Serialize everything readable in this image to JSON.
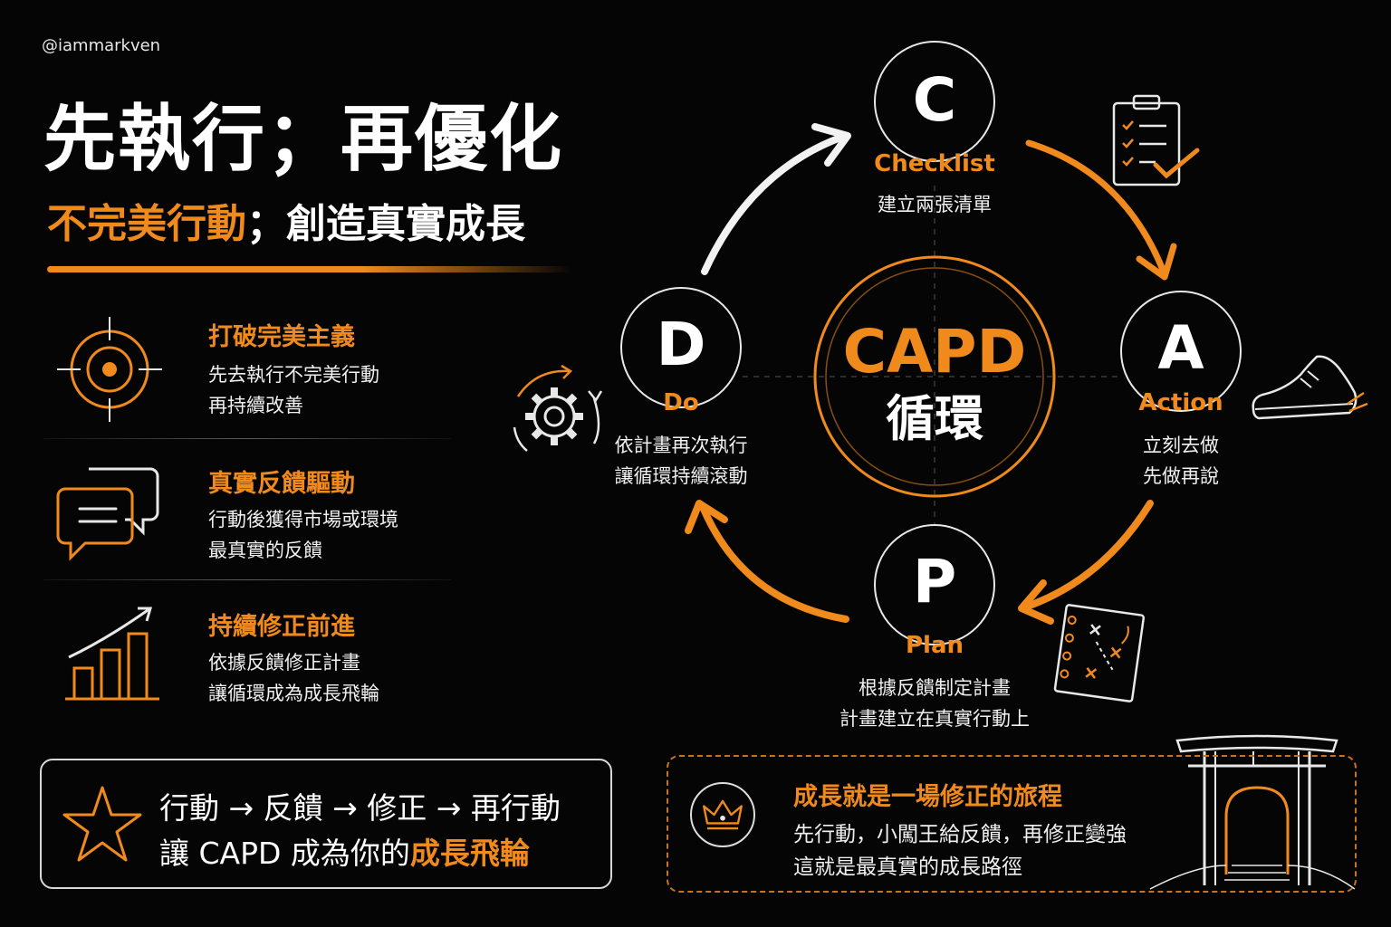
{
  "handle": "@iammarkven",
  "title": "先執行；再優化",
  "subtitle": {
    "highlight": "不完美行動",
    "rest": "；創造真實成長"
  },
  "features": [
    {
      "icon": "target-icon",
      "heading": "打破完美主義",
      "lines": [
        "先去執行不完美行動",
        "再持續改善"
      ]
    },
    {
      "icon": "chat-bubbles-icon",
      "heading": "真實反饋驅動",
      "lines": [
        "行動後獲得市場或環境",
        "最真實的反饋"
      ]
    },
    {
      "icon": "growth-chart-icon",
      "heading": "持續修正前進",
      "lines": [
        "依據反饋修正計畫",
        "讓循環成為成長飛輪"
      ]
    }
  ],
  "flow": {
    "line1": "行動 → 反饋 → 修正 → 再行動",
    "line2_prefix": "讓 CAPD 成為你的",
    "line2_highlight": "成長飛輪"
  },
  "cycle": {
    "center_title": "CAPD",
    "center_subtitle": "循環",
    "nodes": [
      {
        "letter": "C",
        "name": "Checklist",
        "desc": [
          "建立兩張清單"
        ],
        "icon": "clipboard-checklist-icon"
      },
      {
        "letter": "A",
        "name": "Action",
        "desc": [
          "立刻去做",
          "先做再說"
        ],
        "icon": "running-shoe-icon"
      },
      {
        "letter": "P",
        "name": "Plan",
        "desc": [
          "根據反饋制定計畫",
          "計畫建立在真實行動上"
        ],
        "icon": "strategy-notebook-icon"
      },
      {
        "letter": "D",
        "name": "Do",
        "desc": [
          "依計畫再次執行",
          "讓循環持續滾動"
        ],
        "icon": "gear-cycle-icon"
      }
    ]
  },
  "journey": {
    "heading": "成長就是一場修正的旅程",
    "lines": [
      "先行動，小闖王給反饋，再修正變強",
      "這就是最真實的成長路徑"
    ],
    "icons": [
      "crown-icon",
      "torii-gate-icon"
    ]
  },
  "colors": {
    "accent": "#f08a1c",
    "background": "#050505",
    "text": "#f2f2f2"
  }
}
